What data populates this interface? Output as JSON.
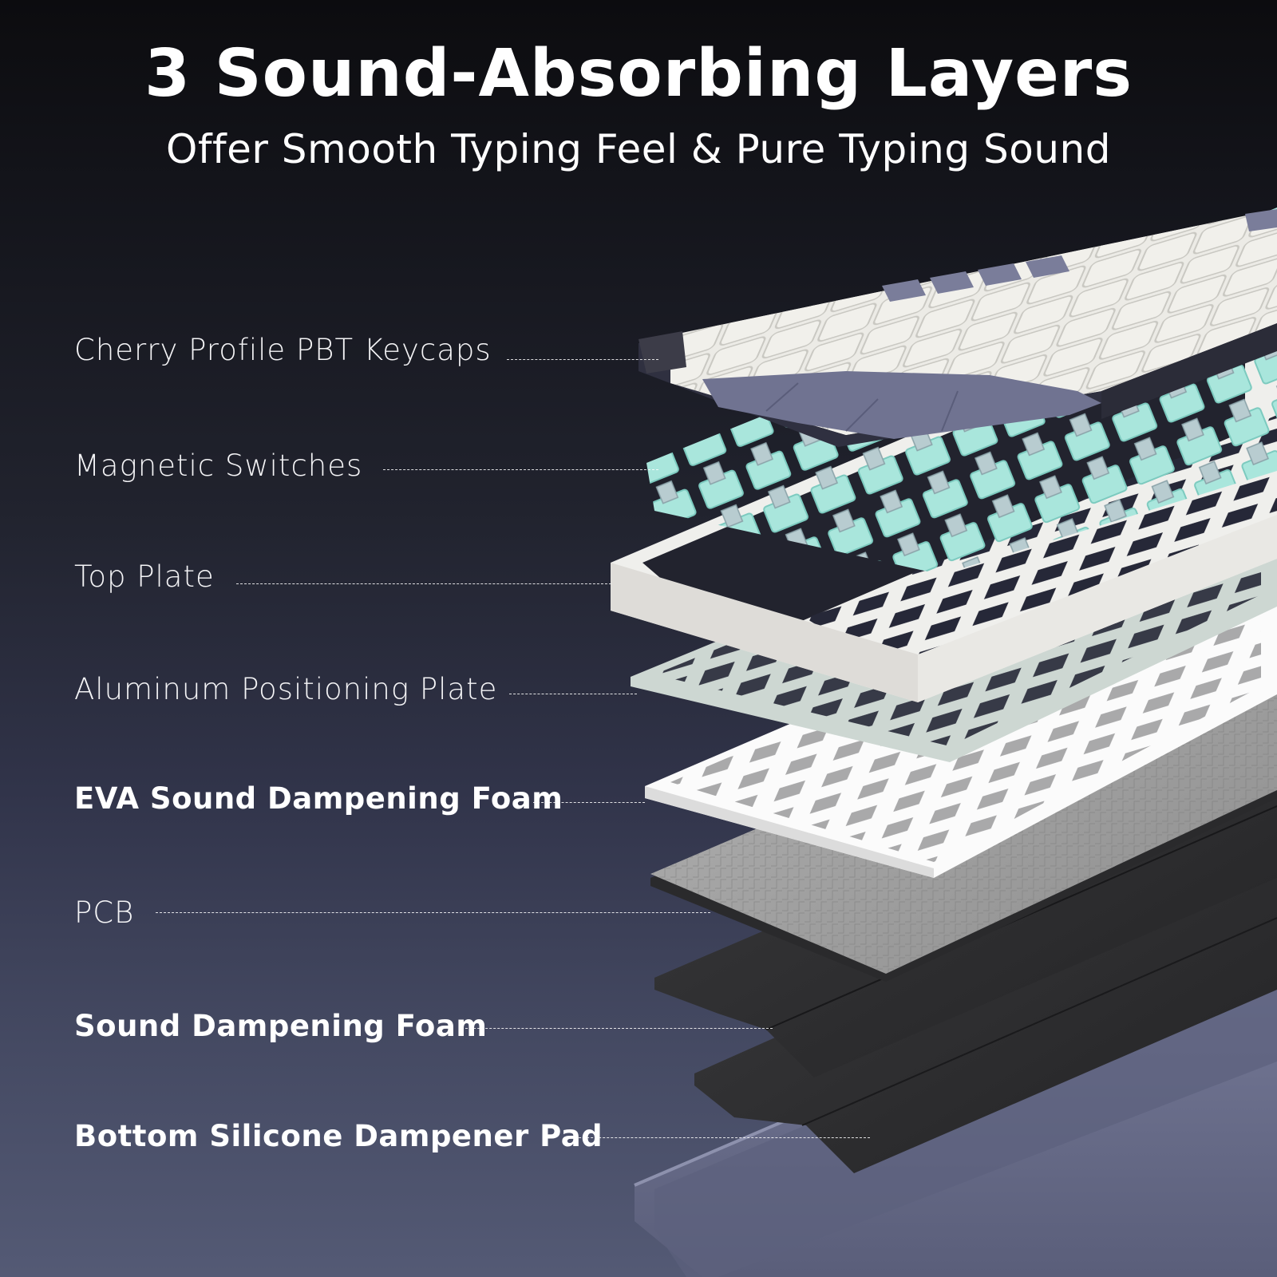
{
  "header": {
    "title": "3 Sound-Absorbing Layers",
    "subtitle": "Offer Smooth Typing Feel & Pure Typing Sound"
  },
  "layers": [
    {
      "label": "Cherry Profile PBT Keycaps",
      "emphasis": false
    },
    {
      "label": "Magnetic Switches",
      "emphasis": false
    },
    {
      "label": "Top Plate",
      "emphasis": false
    },
    {
      "label": "Aluminum Positioning Plate",
      "emphasis": false
    },
    {
      "label": "EVA Sound Dampening Foam",
      "emphasis": true
    },
    {
      "label": "PCB",
      "emphasis": false
    },
    {
      "label": "Sound Dampening Foam",
      "emphasis": true
    },
    {
      "label": "Bottom Silicone Dampener Pad",
      "emphasis": true
    }
  ],
  "colors": {
    "background_top": "#0c0c0f",
    "background_bottom": "#545a75",
    "keycap_white": "#ecebe6",
    "keycap_lavender": "#6e7190",
    "keycap_dark": "#3a3a46",
    "switch_mint": "#9ee3d8",
    "plate_white": "#f2f2f0",
    "aluminum_plate": "#c9d3cf",
    "pcb": "#a8a8a8",
    "foam_black": "#2c2c2e",
    "case_lavender": "#6b6f8c"
  }
}
